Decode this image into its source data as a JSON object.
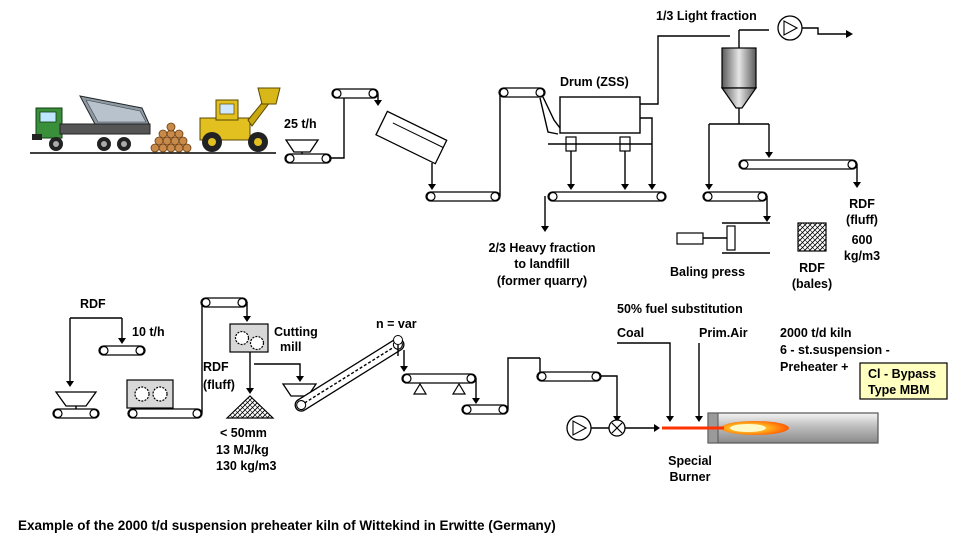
{
  "labels": {
    "feed_rate_top": "25 t/h",
    "drum": "Drum (ZSS)",
    "light_fraction": "1/3 Light fraction",
    "heavy_line1": "2/3 Heavy fraction",
    "heavy_line2": "to landfill",
    "heavy_line3": "(former quarry)",
    "baling_press": "Baling press",
    "rdf_fluff_right1": "RDF",
    "rdf_fluff_right2": "(fluff)",
    "density_right1": "600",
    "density_right2": "kg/m3",
    "rdf_bales1": "RDF",
    "rdf_bales2": "(bales)",
    "rdf_left": "RDF",
    "feed_rate_bottom": "10 t/h",
    "cutting_mill1": "Cutting",
    "cutting_mill2": "mill",
    "rdf_fluff_mid1": "RDF",
    "rdf_fluff_mid2": "(fluff)",
    "spec1": "< 50mm",
    "spec2": "13 MJ/kg",
    "spec3": "130 kg/m3",
    "n_var": "n = var",
    "fuel_sub": "50% fuel substitution",
    "coal": "Coal",
    "prim_air": "Prim.Air",
    "kiln1": "2000 t/d kiln",
    "kiln2": "6 - st.suspension -",
    "kiln3": "Preheater +",
    "bypass1": "Cl - Bypass",
    "bypass2": "Type MBM",
    "burner1": "Special",
    "burner2": "Burner",
    "caption": "Example of the 2000 t/d suspension preheater kiln of Wittekind in Erwitte (Germany)"
  },
  "colors": {
    "truck_cab": "#3a8f3a",
    "loader": "#e2c020",
    "bypass_box": "#ffffc0",
    "flame": "#ff5a00",
    "kiln": "#c8c8c8"
  },
  "icons": [
    "dump-truck-icon",
    "wheel-loader-icon",
    "fan-icon",
    "valve-icon"
  ]
}
